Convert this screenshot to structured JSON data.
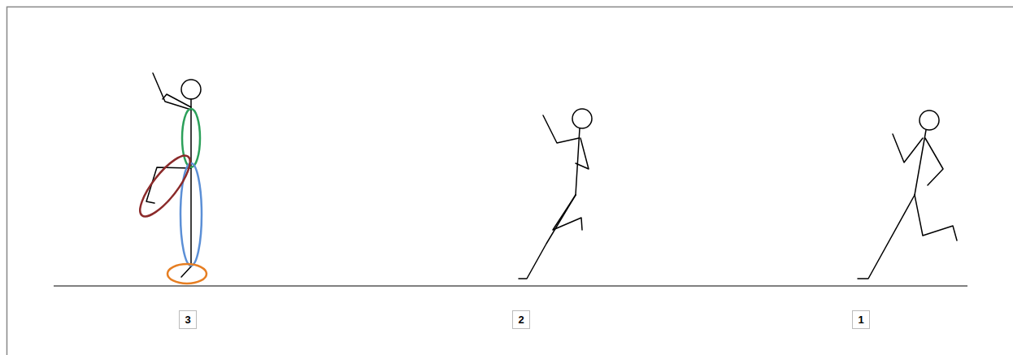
{
  "diagram": {
    "nodes": [
      {
        "text": [
          "3"
        ]
      },
      {
        "text": [
          "2"
        ]
      },
      {
        "text": [
          "1"
        ]
      }
    ]
  }
}
